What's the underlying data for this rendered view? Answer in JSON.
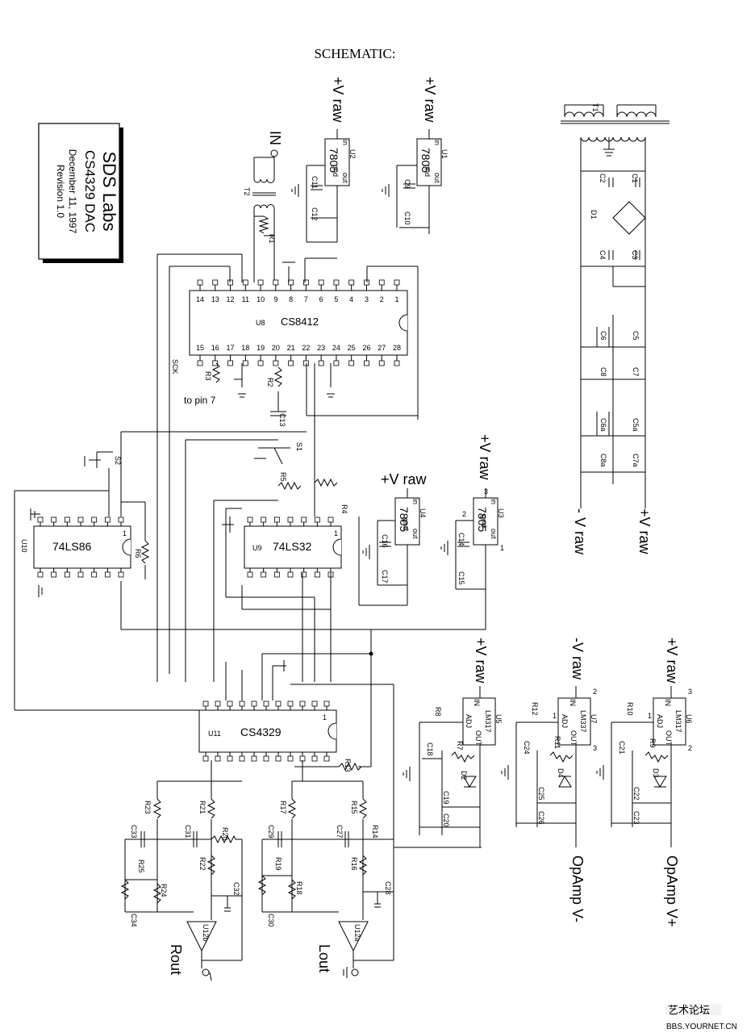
{
  "title": "SCHEMATIC:",
  "title_block": {
    "company": "SDS Labs",
    "product": "CS4329 DAC",
    "date": "December 11, 1997",
    "revision": "Revision 1.0"
  },
  "chips": {
    "u8": {
      "ref": "U8",
      "part": "CS8412",
      "top_pins": [
        "14",
        "13",
        "12",
        "11",
        "10",
        "9",
        "8",
        "7",
        "6",
        "5",
        "4",
        "3",
        "2",
        "1"
      ],
      "bottom_pins": [
        "15",
        "16",
        "17",
        "18",
        "19",
        "20",
        "21",
        "22",
        "23",
        "24",
        "25",
        "26",
        "27",
        "28"
      ]
    },
    "u9": {
      "ref": "U9",
      "part": "74LS32",
      "pin1": "1"
    },
    "u10": {
      "ref": "U10",
      "part": "74LS86",
      "pin1": "1"
    },
    "u11": {
      "ref": "U11",
      "part": "CS4329",
      "pin1": "1"
    }
  },
  "regulators": {
    "u1": {
      "ref": "U1",
      "part": "7805",
      "in": "in",
      "gnd": "gnd",
      "out": "out"
    },
    "u2": {
      "ref": "U2",
      "part": "7805",
      "in": "in",
      "gnd": "gnd",
      "out": "out"
    },
    "u3": {
      "ref": "U3",
      "part": "7805",
      "in": "in",
      "gnd": "gnd",
      "out": "out",
      "p3": "3",
      "p2": "2",
      "p1": "1"
    },
    "u4": {
      "ref": "U4",
      "part": "7805",
      "in": "in",
      "gnd": "gnd",
      "out": "out"
    },
    "u5": {
      "ref": "U5",
      "part": "LM317",
      "in": "IN",
      "adj": "ADJ",
      "out": "OUT"
    },
    "u6": {
      "ref": "U6",
      "part": "LM317",
      "in": "IN",
      "adj": "ADJ",
      "out": "OUT",
      "p3": "3",
      "p1": "1",
      "p2": "2"
    },
    "u7": {
      "ref": "U7",
      "part": "LM337",
      "in": "IN",
      "adj": "ADJ",
      "out": "OUT",
      "p2": "2",
      "p1": "1",
      "p3": "3"
    }
  },
  "rails": {
    "vraw_pos": "+V raw",
    "vraw_neg": "- V raw",
    "vraw_neg2": "-V raw",
    "opamp_neg": "OpAmp V-",
    "opamp_pos": "OpAmp V+"
  },
  "signals": {
    "in": "IN",
    "rout": "Rout",
    "lout": "Lout",
    "sck": "SCK",
    "to_pin7": "to pin 7"
  },
  "components": {
    "T1": "T1",
    "T2": "T2",
    "D1": "D1",
    "D2": "D2",
    "D3": "D3",
    "D4": "D4",
    "S1": "S1",
    "S2": "S2",
    "U12a": "U12a",
    "U12b": "U12b",
    "C1": "C1",
    "C2": "C2",
    "C3": "C3",
    "C4": "C4",
    "C5": "C5",
    "C6": "C6",
    "C7": "C7",
    "C8": "C8",
    "C5a": "C5a",
    "C6a": "C6a",
    "C7a": "C7a",
    "C8a": "C8a",
    "C9": "C9",
    "C10": "C10",
    "C11": "C11",
    "C12": "C12",
    "C13": "C13",
    "C14": "C14",
    "C15": "C15",
    "C16": "C16",
    "C17": "C17",
    "C18": "C18",
    "C19": "C19",
    "C20": "C20",
    "C21": "C21",
    "C22": "C22",
    "C23": "C23",
    "C24": "C24",
    "C25": "C25",
    "C26": "C26",
    "C27": "C27",
    "C28": "C28",
    "C29": "C29",
    "C30": "C30",
    "C31": "C31",
    "C32": "C32",
    "C33": "C33",
    "C34": "C34",
    "R1": "R1",
    "R2": "R2",
    "R3": "R3",
    "R4": "R4",
    "R5": "R5",
    "R6": "R6",
    "R7": "R7",
    "R8": "R8",
    "R9": "R9",
    "R10": "R10",
    "R11": "R11",
    "R12": "R12",
    "R13": "R13",
    "R14": "R14",
    "R15": "R15",
    "R16": "R16",
    "R17": "R17",
    "R18": "R18",
    "R19": "R19",
    "R20": "R20",
    "R21": "R21",
    "R22": "R22",
    "R23": "R23",
    "R24": "R24",
    "R25": "R25"
  },
  "watermark": "BBS.YOURNET.CN"
}
